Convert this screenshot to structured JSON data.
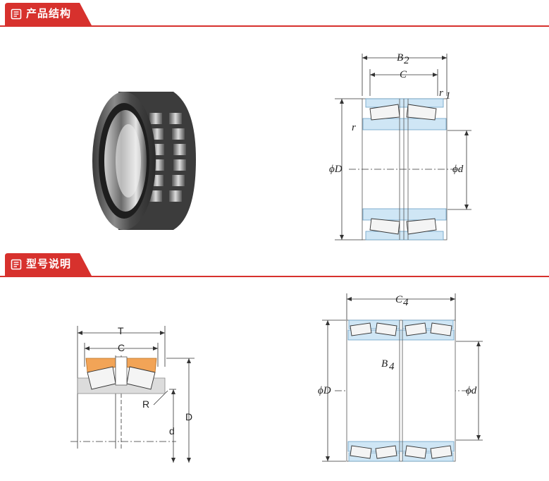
{
  "sections": [
    {
      "title": "产品结构"
    },
    {
      "title": "型号说明"
    }
  ],
  "fig_top_right": {
    "B2": "B",
    "B2_sub": "2",
    "C": "C",
    "r1": "r",
    "r1_sub": "1",
    "r": "r",
    "phiD": "ϕD",
    "phid": "ϕd"
  },
  "fig_bottom_left": {
    "T": "T",
    "C": "C",
    "R": "R",
    "d": "d",
    "D": "D"
  },
  "fig_bottom_right": {
    "C4": "C",
    "C4_sub": "4",
    "B4": "B",
    "B4_sub": "4",
    "phiD": "ϕD",
    "phid": "ϕd"
  },
  "colors": {
    "accent": "#d7312d",
    "ring_blue": "#cfe6f5",
    "cup_orange": "#f2a457",
    "cone_gray": "#dcdcdc"
  }
}
